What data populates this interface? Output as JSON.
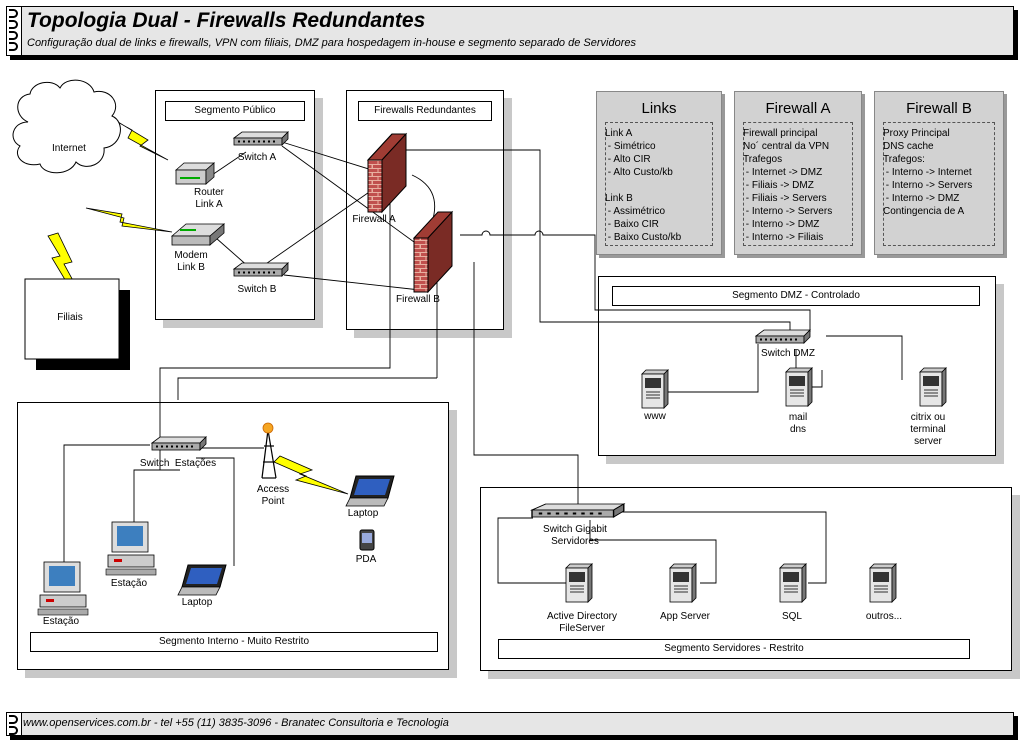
{
  "header": {
    "title": "Topologia Dual - Firewalls Redundantes",
    "subtitle": "Configuração dual de links e firewalls, VPN com filiais, DMZ para hospedagem in-house e segmento separado de Servidores"
  },
  "footer": {
    "text": "www.openservices.com.br  -  tel  +55 (11) 3835-3096 - Branatec Consultoria e Tecnologia"
  },
  "notes": {
    "links": {
      "title": "Links",
      "body": "Link A\n - Simétrico\n - Alto CIR\n - Alto Custo/kb\n\nLink B\n - Assimétrico\n - Baixo CIR\n - Baixo Custo/kb"
    },
    "fwa": {
      "title": "Firewall   A",
      "body": "Firewall principal\nNo´ central da VPN\nTrafegos\n - Internet -> DMZ\n - Filiais -> DMZ\n - Filiais -> Servers\n - Interno -> Servers\n - Interno -> DMZ\n - Interno -> Filiais"
    },
    "fwb": {
      "title": "Firewall B",
      "body": "Proxy Principal\nDNS cache\nTrafegos:\n - Interno -> Internet\n - Interno -> Servers\n - Interno -> DMZ\nContingencia de A"
    }
  },
  "segments": {
    "publico": "Segmento Público",
    "firewalls": "Firewalls Redundantes",
    "dmz": "Segmento DMZ - Controlado",
    "interno": "Segmento Interno - Muito Restrito",
    "servidores": "Segmento Servidores - Restrito"
  },
  "nodes": {
    "internet": "Internet",
    "filiais": "Filiais",
    "router": "Router\nLink A",
    "modem": "Modem\nLink B",
    "switch_a": "Switch A",
    "switch_b": "Switch B",
    "firewall_a": "Firewall A",
    "firewall_b": "Firewall B",
    "switch_dmz": "Switch DMZ",
    "www": "www",
    "mail": "mail\ndns",
    "citrix": "citrix ou\nterminal\nserver",
    "switch_est": "Switch  Estações",
    "ap": "Access\nPoint",
    "laptop1": "Laptop",
    "pda": "PDA",
    "estacao1": "Estação",
    "estacao2": "Estação",
    "laptop2": "Laptop",
    "switch_gb": "Switch Gigabit\nServidores",
    "ad": "Active Directory\nFileServer",
    "app": "App Server",
    "sql": "SQL",
    "outros": "outros..."
  }
}
